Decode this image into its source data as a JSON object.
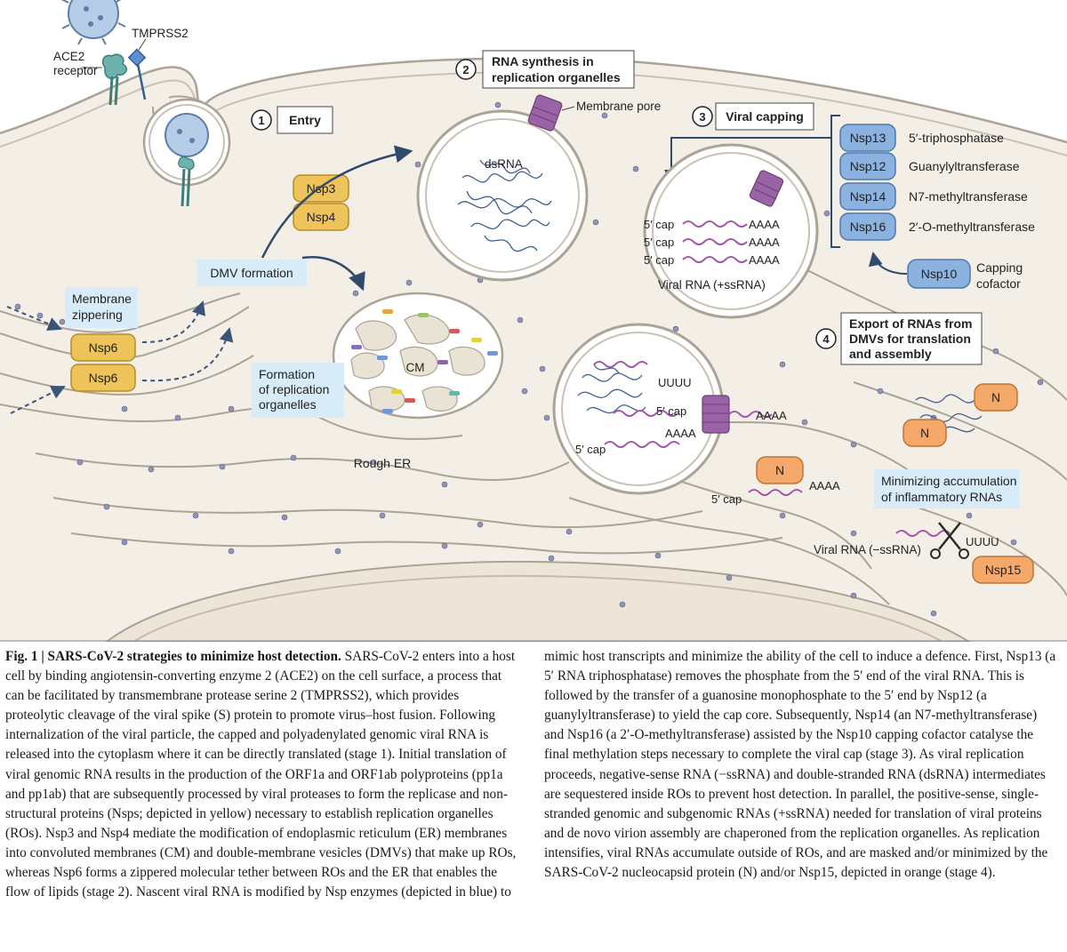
{
  "figure": {
    "labels": {
      "ace2": "ACE2",
      "receptor": "receptor",
      "tmprss2": "TMPRSS2",
      "membrane_pore": "Membrane pore",
      "dsrna": "dsRNA",
      "cm": "CM",
      "rough_er": "Rough ER",
      "five_cap": "5′ cap",
      "polya": "AAAA",
      "polyu": "UUUU",
      "viral_rna_pos": "Viral RNA (+ssRNA)",
      "viral_rna_neg": "Viral RNA (−ssRNA)",
      "capping": "Capping",
      "cofactor": "cofactor"
    },
    "stages": [
      {
        "number": "1",
        "title": "Entry"
      },
      {
        "number": "2",
        "title_line1": "RNA synthesis in",
        "title_line2": "replication organelles"
      },
      {
        "number": "3",
        "title": "Viral capping"
      },
      {
        "number": "4",
        "title_line1": "Export of RNAs from",
        "title_line2": "DMVs for translation",
        "title_line3": "and assembly"
      }
    ],
    "callouts": {
      "membrane_zippering_1": "Membrane",
      "membrane_zippering_2": "zippering",
      "dmv_formation": "DMV formation",
      "formation_1": "Formation",
      "formation_2": "of replication",
      "formation_3": "organelles",
      "minimizing_1": "Minimizing accumulation",
      "minimizing_2": "of inflammatory RNAs"
    },
    "proteins": {
      "nsp3": "Nsp3",
      "nsp4": "Nsp4",
      "nsp6": "Nsp6",
      "nsp10": "Nsp10",
      "nsp13": "Nsp13",
      "nsp12": "Nsp12",
      "nsp14": "Nsp14",
      "nsp16": "Nsp16",
      "nsp15": "Nsp15",
      "n": "N"
    },
    "enzymes": {
      "nsp13": "5′-triphosphatase",
      "nsp12": "Guanylyltransferase",
      "nsp14": "N7-methyltransferase",
      "nsp16": "2′-O-methyltransferase"
    },
    "colors": {
      "cytoplasm": "#f4efe6",
      "membrane_outline": "#aba396",
      "nsp_yellow": "#eec45a",
      "nsp_blue": "#8cb2df",
      "n_orange": "#f4a86a",
      "callout_blue": "#d8ebf8",
      "rna_purple": "#a457aa",
      "pore_purple": "#9a63a6",
      "ribosome": "#8f95b8"
    }
  },
  "caption": {
    "title": "Fig. 1 | SARS-CoV-2 strategies to minimize host detection.",
    "left": " SARS-CoV-2 enters into a host cell by binding angiotensin-converting enzyme 2 (ACE2) on the cell surface, a process that can be facilitated by transmembrane protease serine 2 (TMPRSS2), which provides proteolytic cleavage of the viral spike (S) protein to promote virus–host fusion. Following internalization of the viral particle, the capped and polyadenylated genomic viral RNA is released into the cytoplasm where it can be directly translated (stage 1). Initial translation of viral genomic RNA results in the production of the ORF1a and ORF1ab polyproteins (pp1a and pp1ab) that are subsequently processed by viral proteases to form the replicase and non-structural proteins (Nsps; depicted in yellow) necessary to establish replication organelles (ROs). Nsp3 and Nsp4 mediate the modification of endoplasmic reticulum (ER) membranes into convoluted membranes (CM) and double-membrane vesicles (DMVs) that make up ROs, whereas Nsp6 forms a zippered molecular tether between ROs and the ER that enables the flow of lipids (stage 2). Nascent viral RNA is modified by Nsp enzymes (depicted in blue) to",
    "right": "mimic host transcripts and minimize the ability of the cell to induce a defence. First, Nsp13 (a 5′ RNA triphosphatase) removes the phosphate from the 5′ end of the viral RNA. This is followed by the transfer of a guanosine monophosphate to the 5′ end by Nsp12 (a guanylyltransferase) to yield the cap core. Subsequently, Nsp14 (an N7-methyltransferase) and Nsp16 (a 2′-O-methyltransferase) assisted by the Nsp10 capping cofactor catalyse the final methylation steps necessary to complete the viral cap (stage 3). As viral replication proceeds, negative-sense RNA (−ssRNA) and double-stranded RNA (dsRNA) intermediates are sequestered inside ROs to prevent host detection. In parallel, the positive-sense, single-stranded genomic and subgenomic RNAs (+ssRNA) needed for translation of viral proteins and de novo virion assembly are chaperoned from the replication organelles. As replication intensifies, viral RNAs accumulate outside of ROs, and are masked and/or minimized by the SARS-CoV-2 nucleocapsid protein (N) and/or Nsp15, depicted in orange (stage 4)."
  }
}
